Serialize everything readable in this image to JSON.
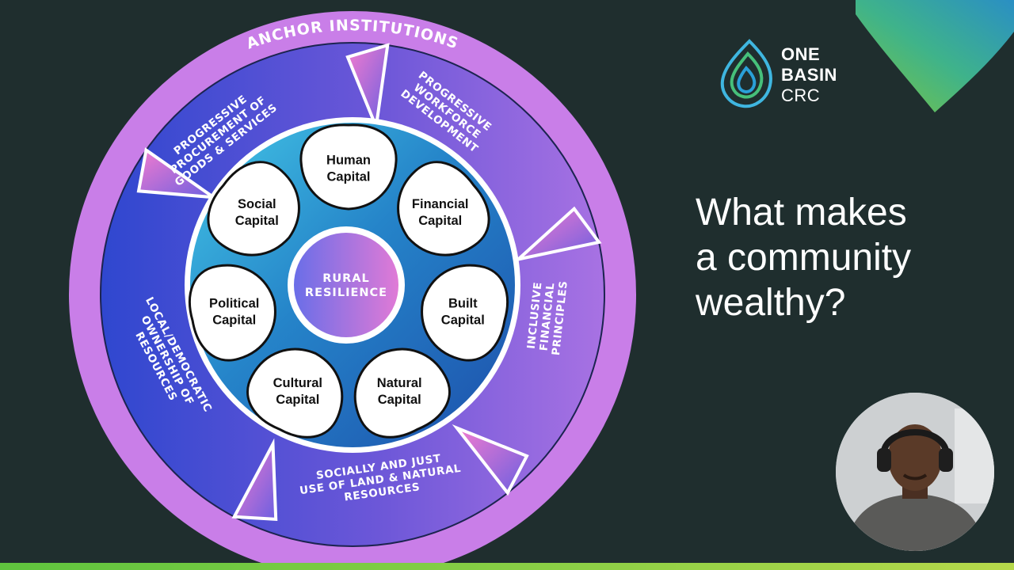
{
  "slide": {
    "question_lines": [
      "What makes",
      "a community",
      "wealthy?"
    ]
  },
  "logo": {
    "line1": "ONE",
    "line2": "BASIN",
    "line3": "CRC"
  },
  "diagram": {
    "outer_ring": "ANCHOR INSTITUTIONS",
    "segments": [
      {
        "lines": [
          "PROGRESSIVE",
          "PROCUREMENT OF",
          "GOODS & SERVICES"
        ]
      },
      {
        "lines": [
          "PROGRESSIVE",
          "WORKFORCE",
          "DEVELOPMENT"
        ]
      },
      {
        "lines": [
          "INCLUSIVE",
          "FINANCIAL",
          "PRINCIPLES"
        ]
      },
      {
        "lines": [
          "SOCIALLY AND JUST",
          "USE OF LAND & NATURAL",
          "RESOURCES"
        ]
      },
      {
        "lines": [
          "LOCAL/DEMOCRATIC",
          "OWNERSHIP OF",
          "RESOURCES"
        ]
      }
    ],
    "capitals": [
      {
        "lines": [
          "Human",
          "Capital"
        ]
      },
      {
        "lines": [
          "Financial",
          "Capital"
        ]
      },
      {
        "lines": [
          "Built",
          "Capital"
        ]
      },
      {
        "lines": [
          "Natural",
          "Capital"
        ]
      },
      {
        "lines": [
          "Cultural",
          "Capital"
        ]
      },
      {
        "lines": [
          "Political",
          "Capital"
        ]
      },
      {
        "lines": [
          "Social",
          "Capital"
        ]
      }
    ],
    "core": [
      "RURAL",
      "RESILIENCE"
    ],
    "colors": {
      "outer_ring": "#c97ee8",
      "segment_blue": "#3d4fd4",
      "segment_purple": "#9b6fe0",
      "inner_ring": "#1f63b8",
      "inner_ring_light": "#3fc0e0",
      "core_pink": "#d676d8",
      "core_blue": "#6a6ee8",
      "background": "#1f2e2e",
      "accent_green": "#6cc63e"
    }
  }
}
